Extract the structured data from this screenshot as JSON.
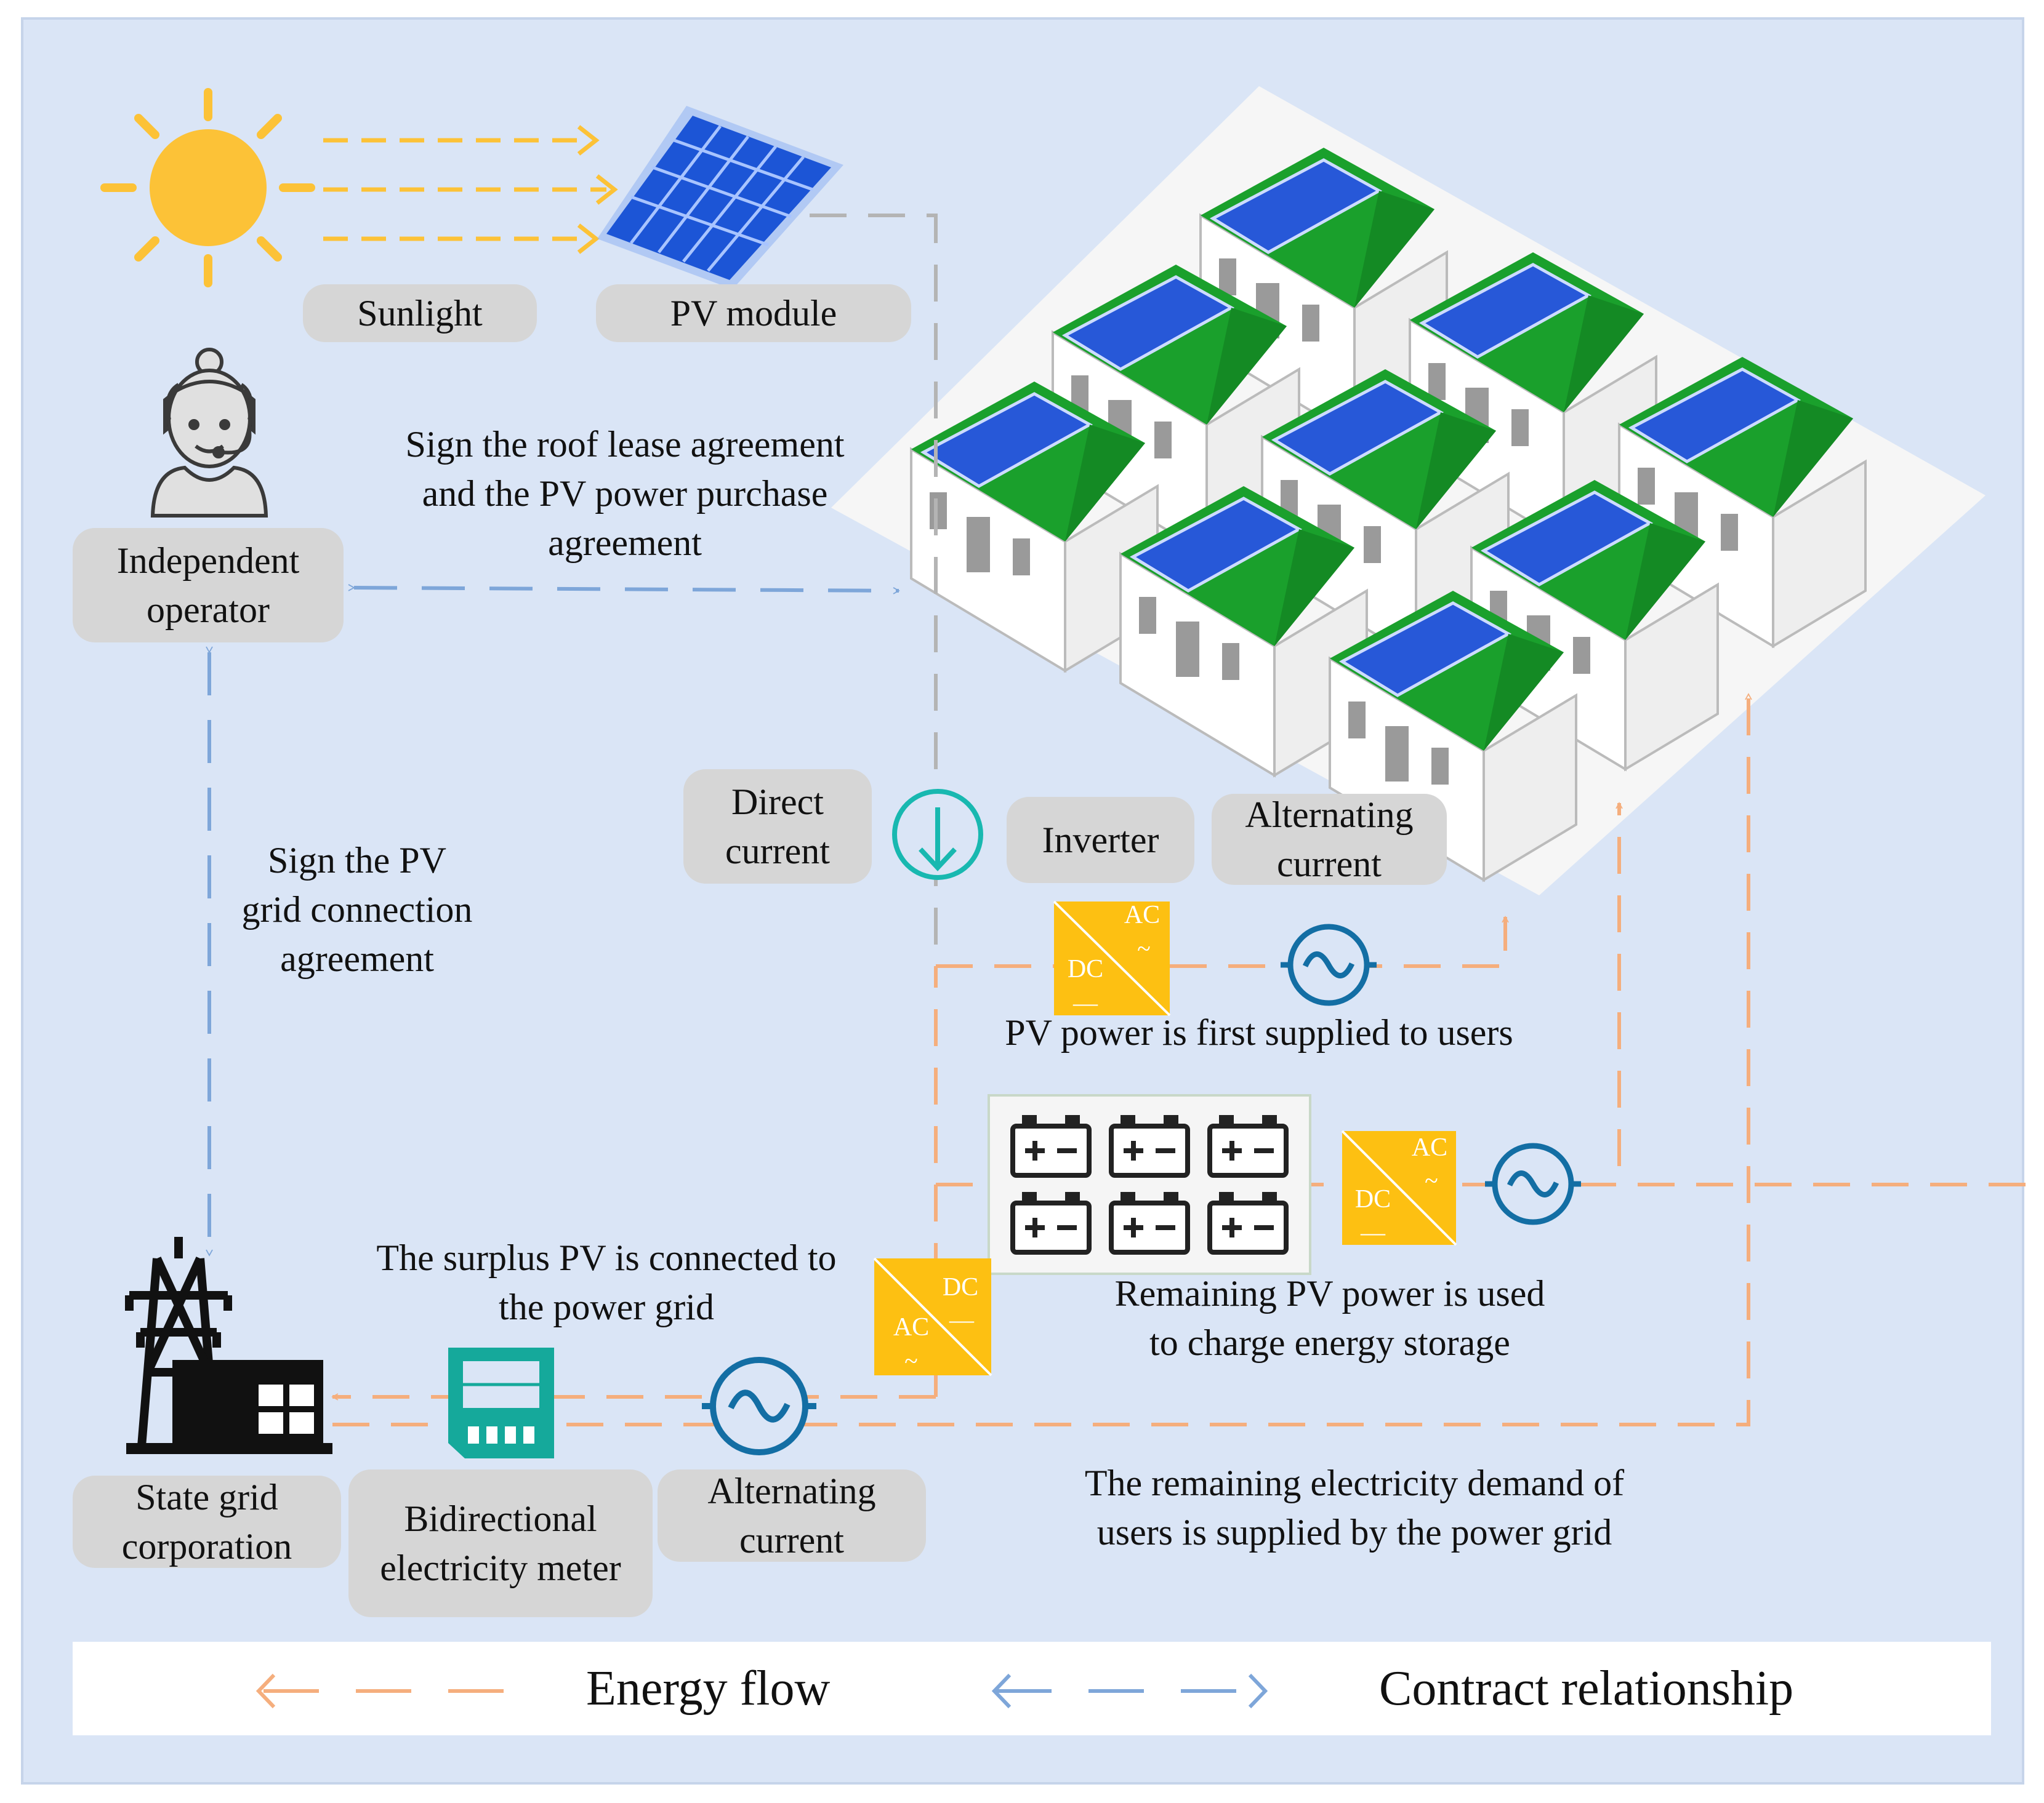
{
  "labels": {
    "sunlight": "Sunlight",
    "pv_module": "PV module",
    "independent_operator": "Independent\noperator",
    "roof_lease": "Sign the roof lease agreement\nand the PV power purchase\nagreement",
    "grid_connection_agreement": "Sign the PV\ngrid connection\nagreement",
    "direct_current": "Direct\ncurrent",
    "inverter": "Inverter",
    "alternating_current_top": "Alternating\ncurrent",
    "first_supplied": "PV power is first supplied to users",
    "remaining_storage": "Remaining PV power is used\nto charge energy storage",
    "surplus_grid": "The surplus PV is connected to\nthe power grid",
    "state_grid": "State grid\ncorporation",
    "bidirectional_meter": "Bidirectional\nelectricity meter",
    "alternating_current_bottom": "Alternating\ncurrent",
    "remaining_demand": "The remaining electricity demand of\nusers is supplied by the power grid"
  },
  "converter_text": {
    "ac": "AC",
    "dc": "DC",
    "tilde": "~",
    "dash": "—"
  },
  "legend": {
    "energy_flow": "Energy flow",
    "contract_relationship": "Contract relationship"
  },
  "colors": {
    "background_panel": "#dae5f6",
    "energy_flow": "#f5ae7d",
    "contract": "#7ea6d9",
    "sun": "#fcc237",
    "panel_blue": "#1c55d6",
    "converter": "#fdc012",
    "roof_green": "#1aa02c",
    "ac_symbol": "#136ea4",
    "dc_symbol": "#18b8b0",
    "meter": "#15a99b"
  },
  "icons": [
    "sun-icon",
    "pv-panel-icon",
    "operator-person-icon",
    "rooftop-houses-icon",
    "dc-arrow-icon",
    "inverter-icon",
    "ac-wave-icon",
    "battery-storage-icon",
    "transmission-tower-icon",
    "electricity-meter-icon"
  ]
}
